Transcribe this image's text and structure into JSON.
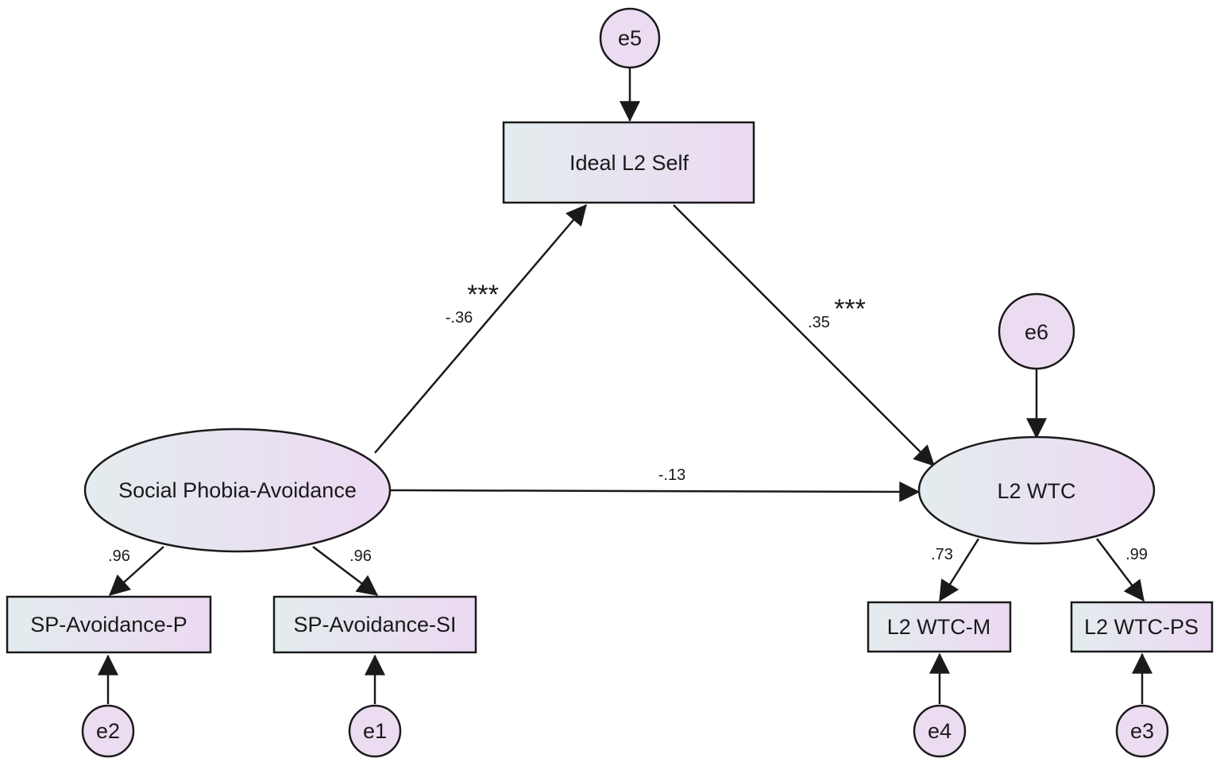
{
  "colors": {
    "fill_start": "#e3ecee",
    "fill_end": "#ecd9f2",
    "error_fill": "#ecdcf1",
    "stroke": "#1a1a1a"
  },
  "nodes": {
    "ideal_l2_self": "Ideal L2 Self",
    "social_phobia": "Social Phobia-Avoidance",
    "l2_wtc": "L2 WTC",
    "sp_avoidance_p": "SP-Avoidance-P",
    "sp_avoidance_si": "SP-Avoidance-SI",
    "l2_wtc_m": "L2 WTC-M",
    "l2_wtc_ps": "L2 WTC-PS"
  },
  "errors": {
    "e1": "e1",
    "e2": "e2",
    "e3": "e3",
    "e4": "e4",
    "e5": "e5",
    "e6": "e6"
  },
  "paths": {
    "sp_to_ideal": {
      "coef": "-.36",
      "sig": "***"
    },
    "ideal_to_wtc": {
      "coef": ".35",
      "sig": "***"
    },
    "sp_to_wtc": {
      "coef": "-.13"
    },
    "sp_to_p": {
      "coef": ".96"
    },
    "sp_to_si": {
      "coef": ".96"
    },
    "wtc_to_m": {
      "coef": ".73"
    },
    "wtc_to_ps": {
      "coef": ".99"
    }
  }
}
